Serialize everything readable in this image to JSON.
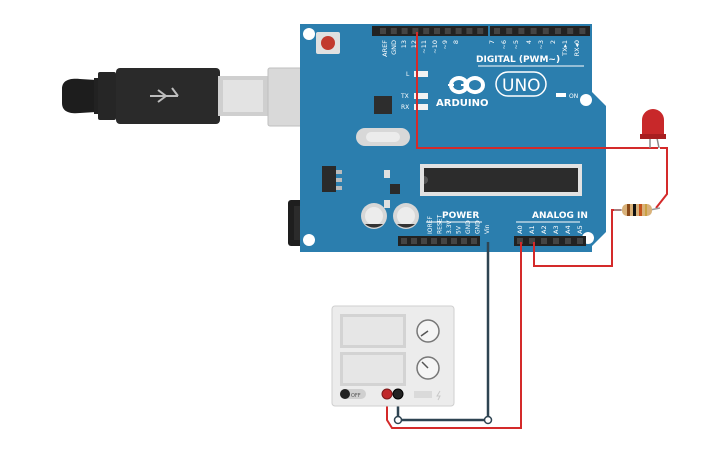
{
  "board": {
    "brand": "ARDUINO",
    "model": "UNO",
    "digital_header": "DIGITAL (PWM~)",
    "analog_header": "ANALOG IN",
    "power_header": "POWER",
    "on_label": "ON",
    "led_l": "L",
    "led_tx": "TX",
    "led_rx": "RX",
    "digital_pins": [
      "AREF",
      "GND",
      "13",
      "12",
      "~11",
      "~10",
      "~9",
      "8",
      "7",
      "~6",
      "~5",
      "4",
      "~3",
      "2",
      "TX▸1",
      "RX◂0"
    ],
    "power_pins": [
      "IOREF",
      "RESET",
      "3.3V",
      "5V",
      "GND",
      "GND",
      "Vin"
    ],
    "analog_pins": [
      "A0",
      "A1",
      "A2",
      "A3",
      "A4",
      "A5"
    ]
  },
  "power_supply": {
    "switch_label": "OFF"
  },
  "colors": {
    "board_blue": "#2b7eae",
    "wire_red": "#d42a2a",
    "wire_dark": "#2e4452",
    "led_red": "#c8282a"
  }
}
